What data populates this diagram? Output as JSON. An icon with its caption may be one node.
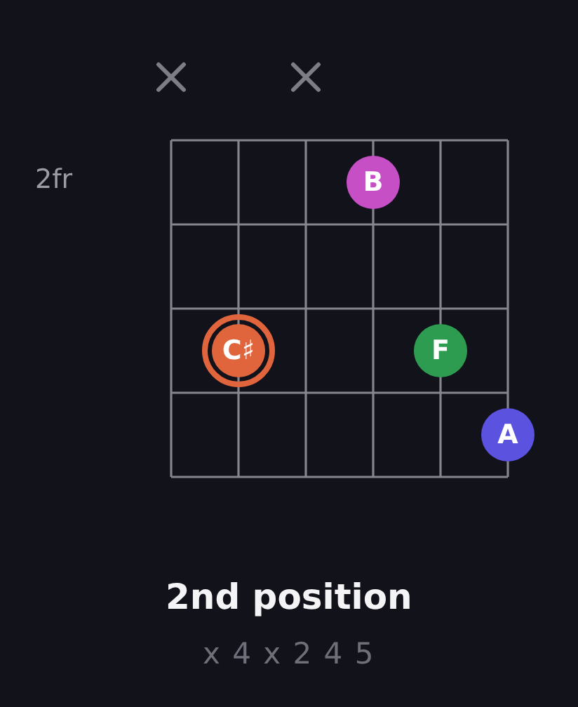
{
  "diagram": {
    "caption": "2nd position",
    "nodes": [
      {
        "text": [
          "B"
        ]
      },
      {
        "text": [
          "C♯"
        ]
      },
      {
        "text": [
          "F"
        ]
      },
      {
        "text": [
          "A"
        ]
      }
    ],
    "labels": [
      "2fr",
      "x 4 x 2 4 5"
    ]
  }
}
